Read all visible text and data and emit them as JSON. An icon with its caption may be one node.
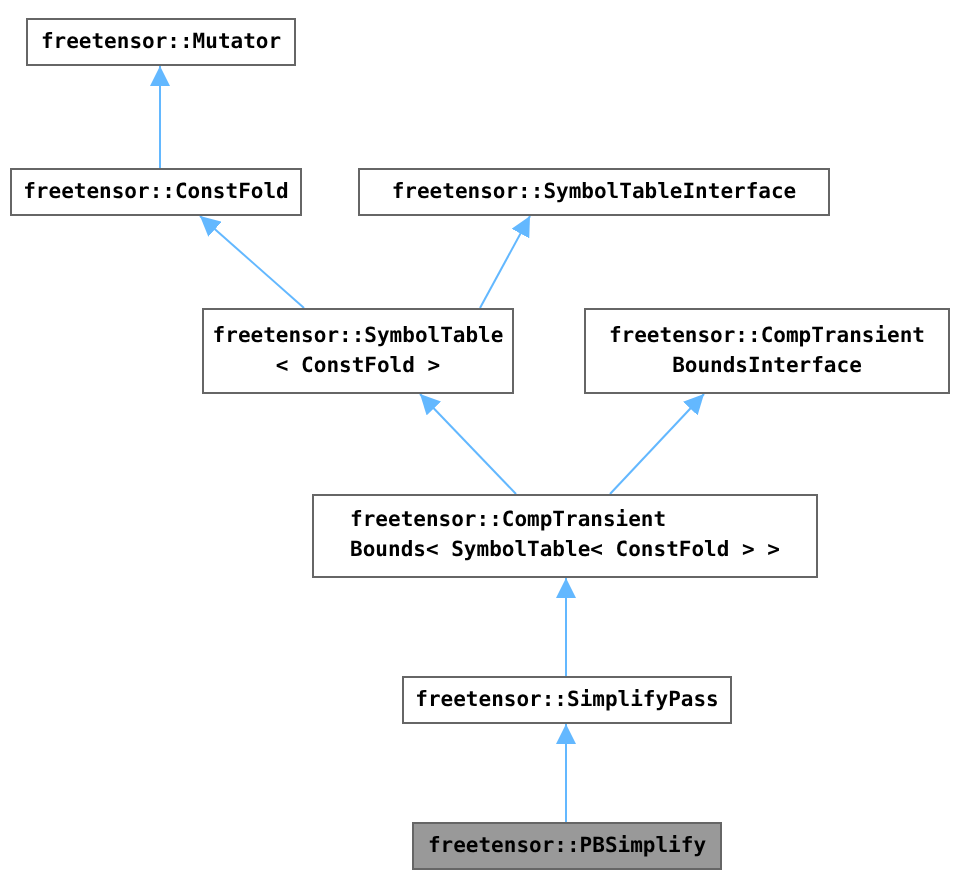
{
  "diagram": {
    "nodes": [
      {
        "text": [
          "freetensor::Mutator"
        ]
      },
      {
        "text": [
          "freetensor::ConstFold"
        ]
      },
      {
        "text": [
          "freetensor::SymbolTableInterface"
        ]
      },
      {
        "text": [
          "freetensor::SymbolTable < ConstFold >"
        ]
      },
      {
        "text": [
          "freetensor::CompTransient BoundsInterface"
        ]
      },
      {
        "text": [
          "freetensor::CompTransient Bounds< SymbolTable< ConstFold > >"
        ]
      },
      {
        "text": [
          "freetensor::SimplifyPass"
        ]
      },
      {
        "text": [
          "freetensor::PBSimplify"
        ]
      }
    ],
    "edges": [
      {
        "from": 1,
        "to": 0,
        "arrow": "to"
      },
      {
        "from": 3,
        "to": 1,
        "arrow": "to"
      },
      {
        "from": 3,
        "to": 2,
        "arrow": "to"
      },
      {
        "from": 5,
        "to": 3,
        "arrow": "to"
      },
      {
        "from": 5,
        "to": 4,
        "arrow": "to"
      },
      {
        "from": 6,
        "to": 5,
        "arrow": "to"
      },
      {
        "from": 7,
        "to": 6,
        "arrow": "to"
      }
    ]
  }
}
